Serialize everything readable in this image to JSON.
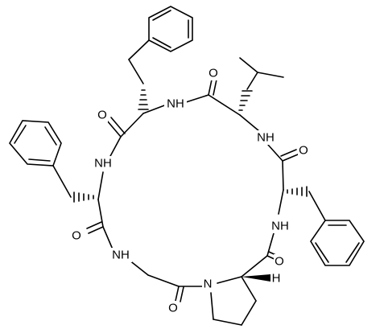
{
  "atom_labels": {
    "o_leu": "O",
    "nh_phe1": "NH",
    "nh_val": "NH",
    "o_phe1": "O",
    "o_val": "O",
    "nh_phe2": "NH",
    "o_phe2": "O",
    "nh_phe3": "NH",
    "nh_gly": "NH",
    "o_pro": "O",
    "n_pro": "N",
    "h_pro": "H",
    "o_gly": "O"
  },
  "colors": {
    "bond": "#000000",
    "background": "#ffffff"
  }
}
